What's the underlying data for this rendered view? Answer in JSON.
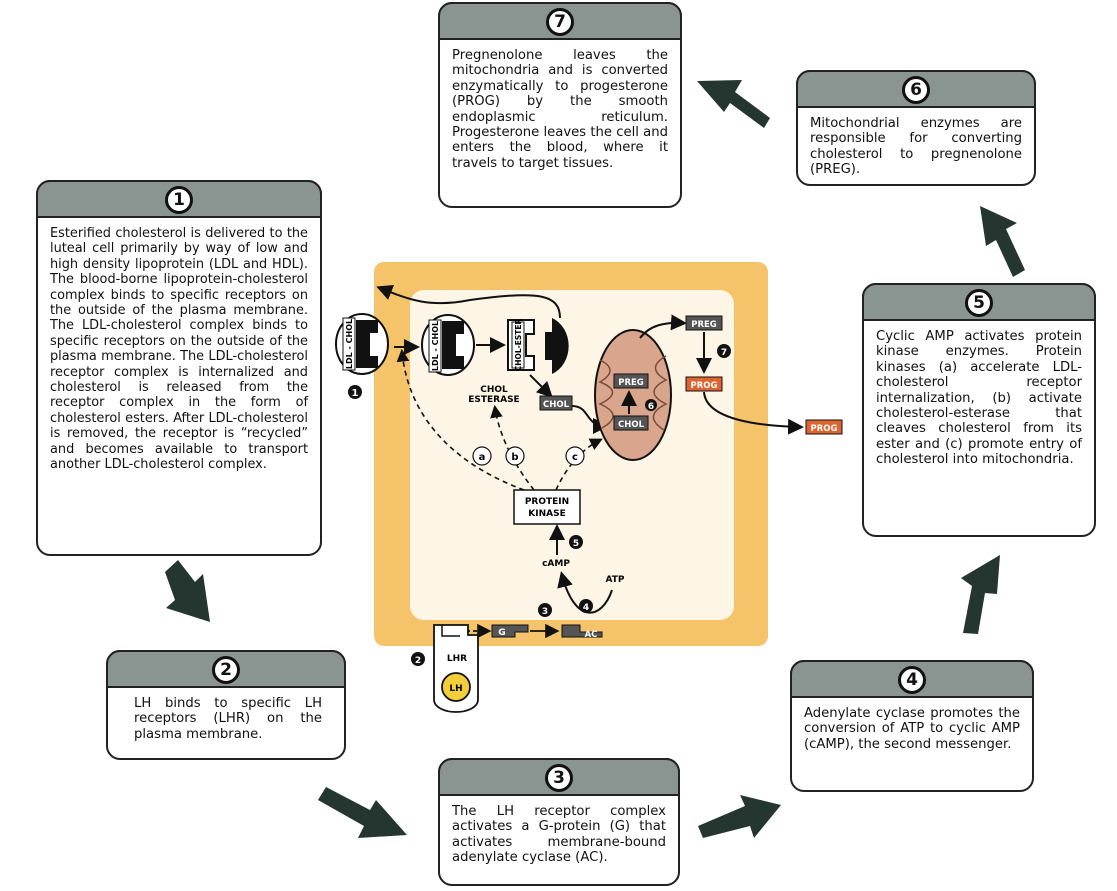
{
  "steps": [
    {
      "num": "1",
      "text": "Esterified cholesterol is delivered to the luteal cell primarily by way of low and high density lipoprotein (LDL and HDL). The blood-borne lipoprotein-cholesterol complex binds to specific receptors on the outside of the plasma membrane. The LDL-cholesterol complex binds to specific receptors on the outside of the plasma membrane. The LDL-cholesterol receptor complex is internalized and cholesterol is released from the receptor complex in the form of cholesterol esters. After LDL-cholesterol is removed, the receptor is “recycled” and becomes available to transport another LDL-cholesterol complex."
    },
    {
      "num": "2",
      "text": "LH binds to specific LH receptors (LHR) on the plasma membrane."
    },
    {
      "num": "3",
      "text": "The LH receptor complex activates a G-protein (G) that activates membrane-bound adenylate cyclase (AC)."
    },
    {
      "num": "4",
      "text": "Adenylate cyclase promotes the conversion of ATP to cyclic AMP (cAMP), the second messenger."
    },
    {
      "num": "5",
      "text": "Cyclic AMP activates protein kinase enzymes. Protein kinases (a) accelerate LDL-cholesterol receptor internalization, (b) activate cholesterol-esterase that cleaves cholesterol from its ester and (c) promote entry of cholesterol into mitochondria."
    },
    {
      "num": "6",
      "text": "Mitochondrial enzymes are responsible for converting cholesterol to pregnenolone (PREG)."
    },
    {
      "num": "7",
      "text": "Pregnenolone leaves the mitochondria and is converted enzymatically to progesterone (PROG) by the smooth endoplasmic reticulum. Progesterone leaves the cell and enters the blood, where it travels to target tissues."
    }
  ],
  "diagram": {
    "ldl_chol": "LDL - CHOL",
    "chol_ester": "CHOL-ESTER",
    "chol_esterase_1": "CHOL",
    "chol_esterase_2": "ESTERASE",
    "chol": "CHOL",
    "preg": "PREG",
    "prog": "PROG",
    "protein_kinase_1": "PROTEIN",
    "protein_kinase_2": "KINASE",
    "camp": "cAMP",
    "atp": "ATP",
    "g": "G",
    "ac": "AC",
    "lhr": "LHR",
    "lh": "LH",
    "a": "a",
    "b": "b",
    "c": "c",
    "n1": "1",
    "n2": "2",
    "n3": "3",
    "n4": "4",
    "n5": "5",
    "n6": "6",
    "n7": "7"
  },
  "colors": {
    "header": "#8a9491",
    "cell_outer": "#f5c46a",
    "cell_inner": "#fdf6e6",
    "mito": "#d9a58d",
    "prog": "#e0642f",
    "dark_box": "#555555",
    "lh": "#f2cd3c",
    "arrow": "#253631"
  }
}
